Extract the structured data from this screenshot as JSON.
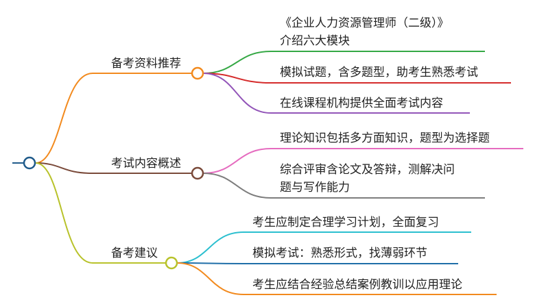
{
  "colors": {
    "root": "#1f5a8a",
    "branch1": "#f28a1e",
    "branch2": "#7a4a3a",
    "branch3": "#b8c22a",
    "leaf1": "#35a845",
    "leaf2": "#d52b2b",
    "leaf3": "#9254b8",
    "leaf4": "#e56bbf",
    "leaf5": "#7d7d7d",
    "leaf6": "#2bbfcf",
    "leaf7": "#1f6ea8",
    "leaf8": "#f28a1e"
  },
  "branches": [
    {
      "label": "备考资料推荐",
      "leaves": [
        {
          "line1": "《企业人力资源管理师（二级）》",
          "line2": "介绍六大模块"
        },
        {
          "line1": "模拟试题，含多题型，助考生熟悉考试"
        },
        {
          "line1": "在线课程机构提供全面考试内容"
        }
      ]
    },
    {
      "label": "考试内容概述",
      "leaves": [
        {
          "line1": "理论知识包括多方面知识，题型为选择题"
        },
        {
          "line1": "综合评审含论文及答辩，测解决问",
          "line2": "题与写作能力"
        }
      ]
    },
    {
      "label": "备考建议",
      "leaves": [
        {
          "line1": "考生应制定合理学习计划，全面复习"
        },
        {
          "line1": "模拟考试：熟悉形式，找薄弱环节"
        },
        {
          "line1": "考生应结合经验总结案例教训以应用理论"
        }
      ]
    }
  ]
}
